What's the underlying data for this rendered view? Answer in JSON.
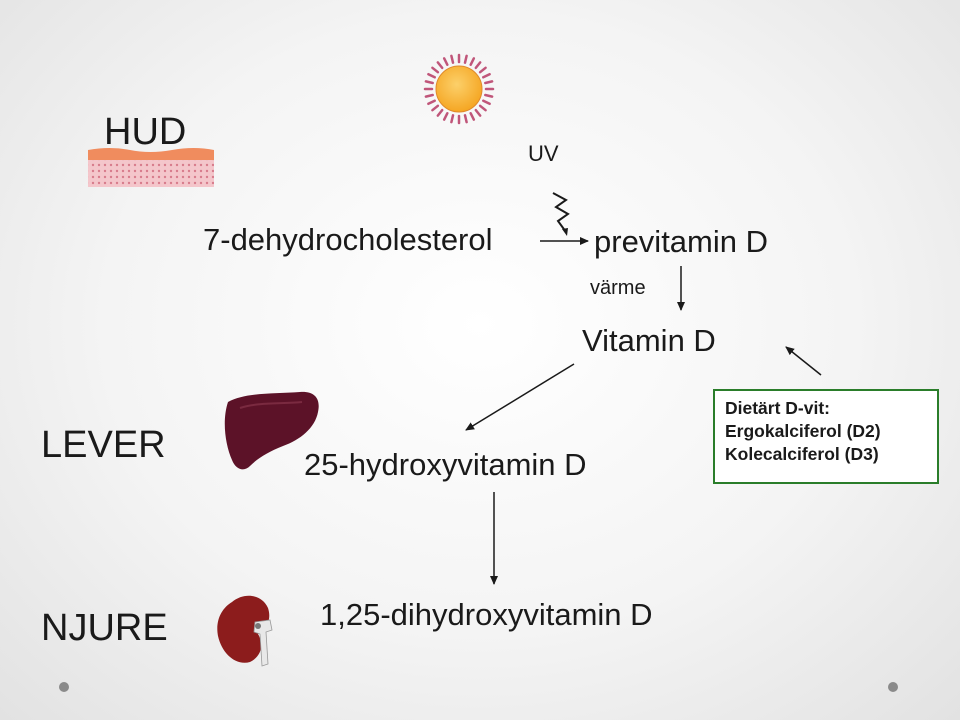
{
  "organs": {
    "skin": "HUD",
    "liver": "LEVER",
    "kidney": "NJURE"
  },
  "pathway": {
    "uv": "UV",
    "precursor": "7-dehydrocholesterol",
    "previtamin": "previtamin D",
    "heat": "värme",
    "vitamin": "Vitamin D",
    "hydroxy": "25-hydroxyvitamin D",
    "dihydroxy": "1,25-dihydroxyvitamin D"
  },
  "diet_box": {
    "title": "Dietärt D-vit:",
    "line1": "Ergokalciferol (D2)",
    "line2": "Kolecalciferol (D3)"
  },
  "colors": {
    "sun": "#f7b33c",
    "sun_rays": "#c0567a",
    "skin_top": "#f08c5e",
    "skin_bottom": "#f4c3c6",
    "liver": "#5c1228",
    "kidney": "#8c1c1c",
    "diet_border": "#2a7d2a"
  }
}
